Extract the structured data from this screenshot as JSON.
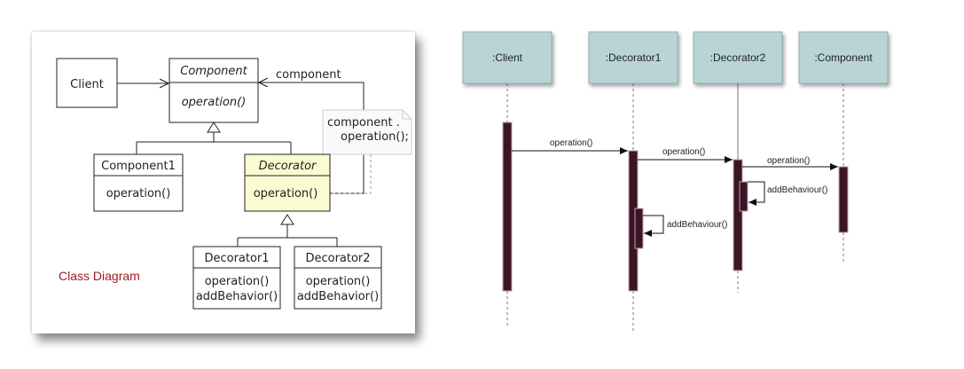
{
  "class_diagram": {
    "title": "Class Diagram",
    "client": "Client",
    "component": {
      "name": "Component",
      "method": "operation()"
    },
    "component_assoc_label": "component",
    "note": {
      "line1": "component .",
      "line2": "operation();"
    },
    "component1": {
      "name": "Component1",
      "method": "operation()"
    },
    "decorator": {
      "name": "Decorator",
      "method": "operation()"
    },
    "decorator1": {
      "name": "Decorator1",
      "method1": "operation()",
      "method2": "addBehavior()"
    },
    "decorator2": {
      "name": "Decorator2",
      "method1": "operation()",
      "method2": "addBehavior()"
    }
  },
  "sequence_diagram": {
    "participants": [
      ":Client",
      ":Decorator1",
      ":Decorator2",
      ":Component"
    ],
    "messages": [
      "operation()",
      "operation()",
      "operation()"
    ],
    "self_calls": [
      "addBehaviour()",
      "addBehaviour()"
    ]
  },
  "colors": {
    "header_fill": "#b9d4d6",
    "activation_fill": "#3a1526",
    "decorator_fill": "#fbfbd2"
  }
}
